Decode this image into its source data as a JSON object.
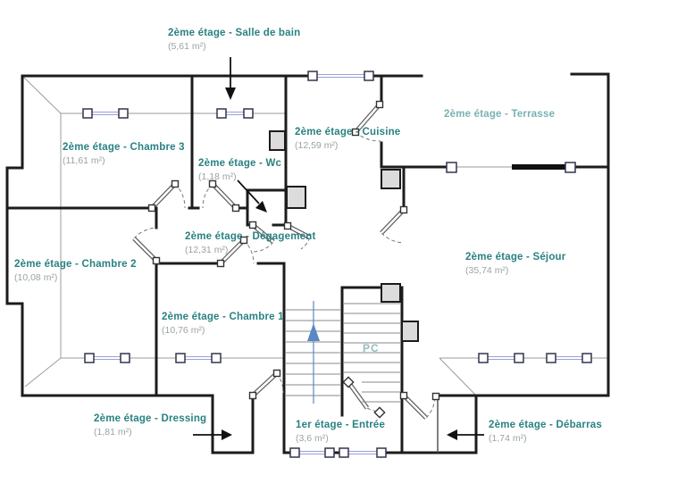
{
  "colors": {
    "label-teal": "#2a8181",
    "label-teal-light": "#79b1b1",
    "area-gray": "#9aa3a3",
    "wall": "#1c1c1c",
    "thin-line": "#9b9b9b",
    "window-purple": "#9aa0d8",
    "window-frame": "#33334d",
    "duct-fill": "#dcdcdc",
    "stair-blue": "#5b87c5",
    "pc-label": "#93bcbc",
    "background": "#ffffff"
  },
  "rooms": [
    {
      "id": "salle-de-bain",
      "name": "2ème étage - Salle de bain",
      "area": "(5,61 m²)"
    },
    {
      "id": "chambre-3",
      "name": "2ème étage - Chambre 3",
      "area": "(11,61 m²)"
    },
    {
      "id": "wc",
      "name": "2ème étage - Wc",
      "area": "(1,18 m²)"
    },
    {
      "id": "cuisine",
      "name": "2ème étage - Cuisine",
      "area": "(12,59 m²)"
    },
    {
      "id": "terrasse",
      "name": "2ème étage - Terrasse",
      "area": ""
    },
    {
      "id": "degagement",
      "name": "2ème étage - Dégagement",
      "area": "(12,31 m²)"
    },
    {
      "id": "chambre-2",
      "name": "2ème étage - Chambre 2",
      "area": "(10,08 m²)"
    },
    {
      "id": "sejour",
      "name": "2ème étage - Séjour",
      "area": "(35,74 m²)"
    },
    {
      "id": "chambre-1",
      "name": "2ème étage - Chambre 1",
      "area": "(10,76 m²)"
    },
    {
      "id": "dressing",
      "name": "2ème étage - Dressing",
      "area": "(1,81 m²)"
    },
    {
      "id": "entree",
      "name": "1er étage - Entrée",
      "area": "(3,6 m²)"
    },
    {
      "id": "debarras",
      "name": "2ème étage - Débarras",
      "area": "(1,74 m²)"
    }
  ],
  "stairs": {
    "label": "PC"
  }
}
